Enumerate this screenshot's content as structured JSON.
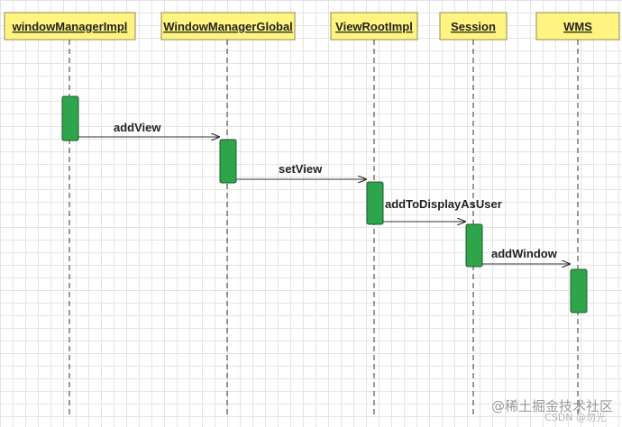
{
  "participants": [
    {
      "id": "wmi",
      "label": "windowManagerImpl"
    },
    {
      "id": "wmg",
      "label": "WindowManagerGlobal"
    },
    {
      "id": "vri",
      "label": "ViewRootImpl"
    },
    {
      "id": "ses",
      "label": "Session"
    },
    {
      "id": "wms",
      "label": "WMS"
    }
  ],
  "messages": [
    {
      "from": "wmi",
      "to": "wmg",
      "label": "addView"
    },
    {
      "from": "wmg",
      "to": "vri",
      "label": "setView"
    },
    {
      "from": "vri",
      "to": "ses",
      "label": "addToDisplayAsUser"
    },
    {
      "from": "ses",
      "to": "wms",
      "label": "addWindow"
    }
  ],
  "colors": {
    "header_fill": "#fff47f",
    "header_stroke": "#8c8c55",
    "activation_fill": "#2ea54b",
    "activation_stroke": "#1d5a2d",
    "line": "#333333"
  },
  "watermark": {
    "main": "@稀土掘金技术社区",
    "sub": "CSDN @勿光"
  }
}
